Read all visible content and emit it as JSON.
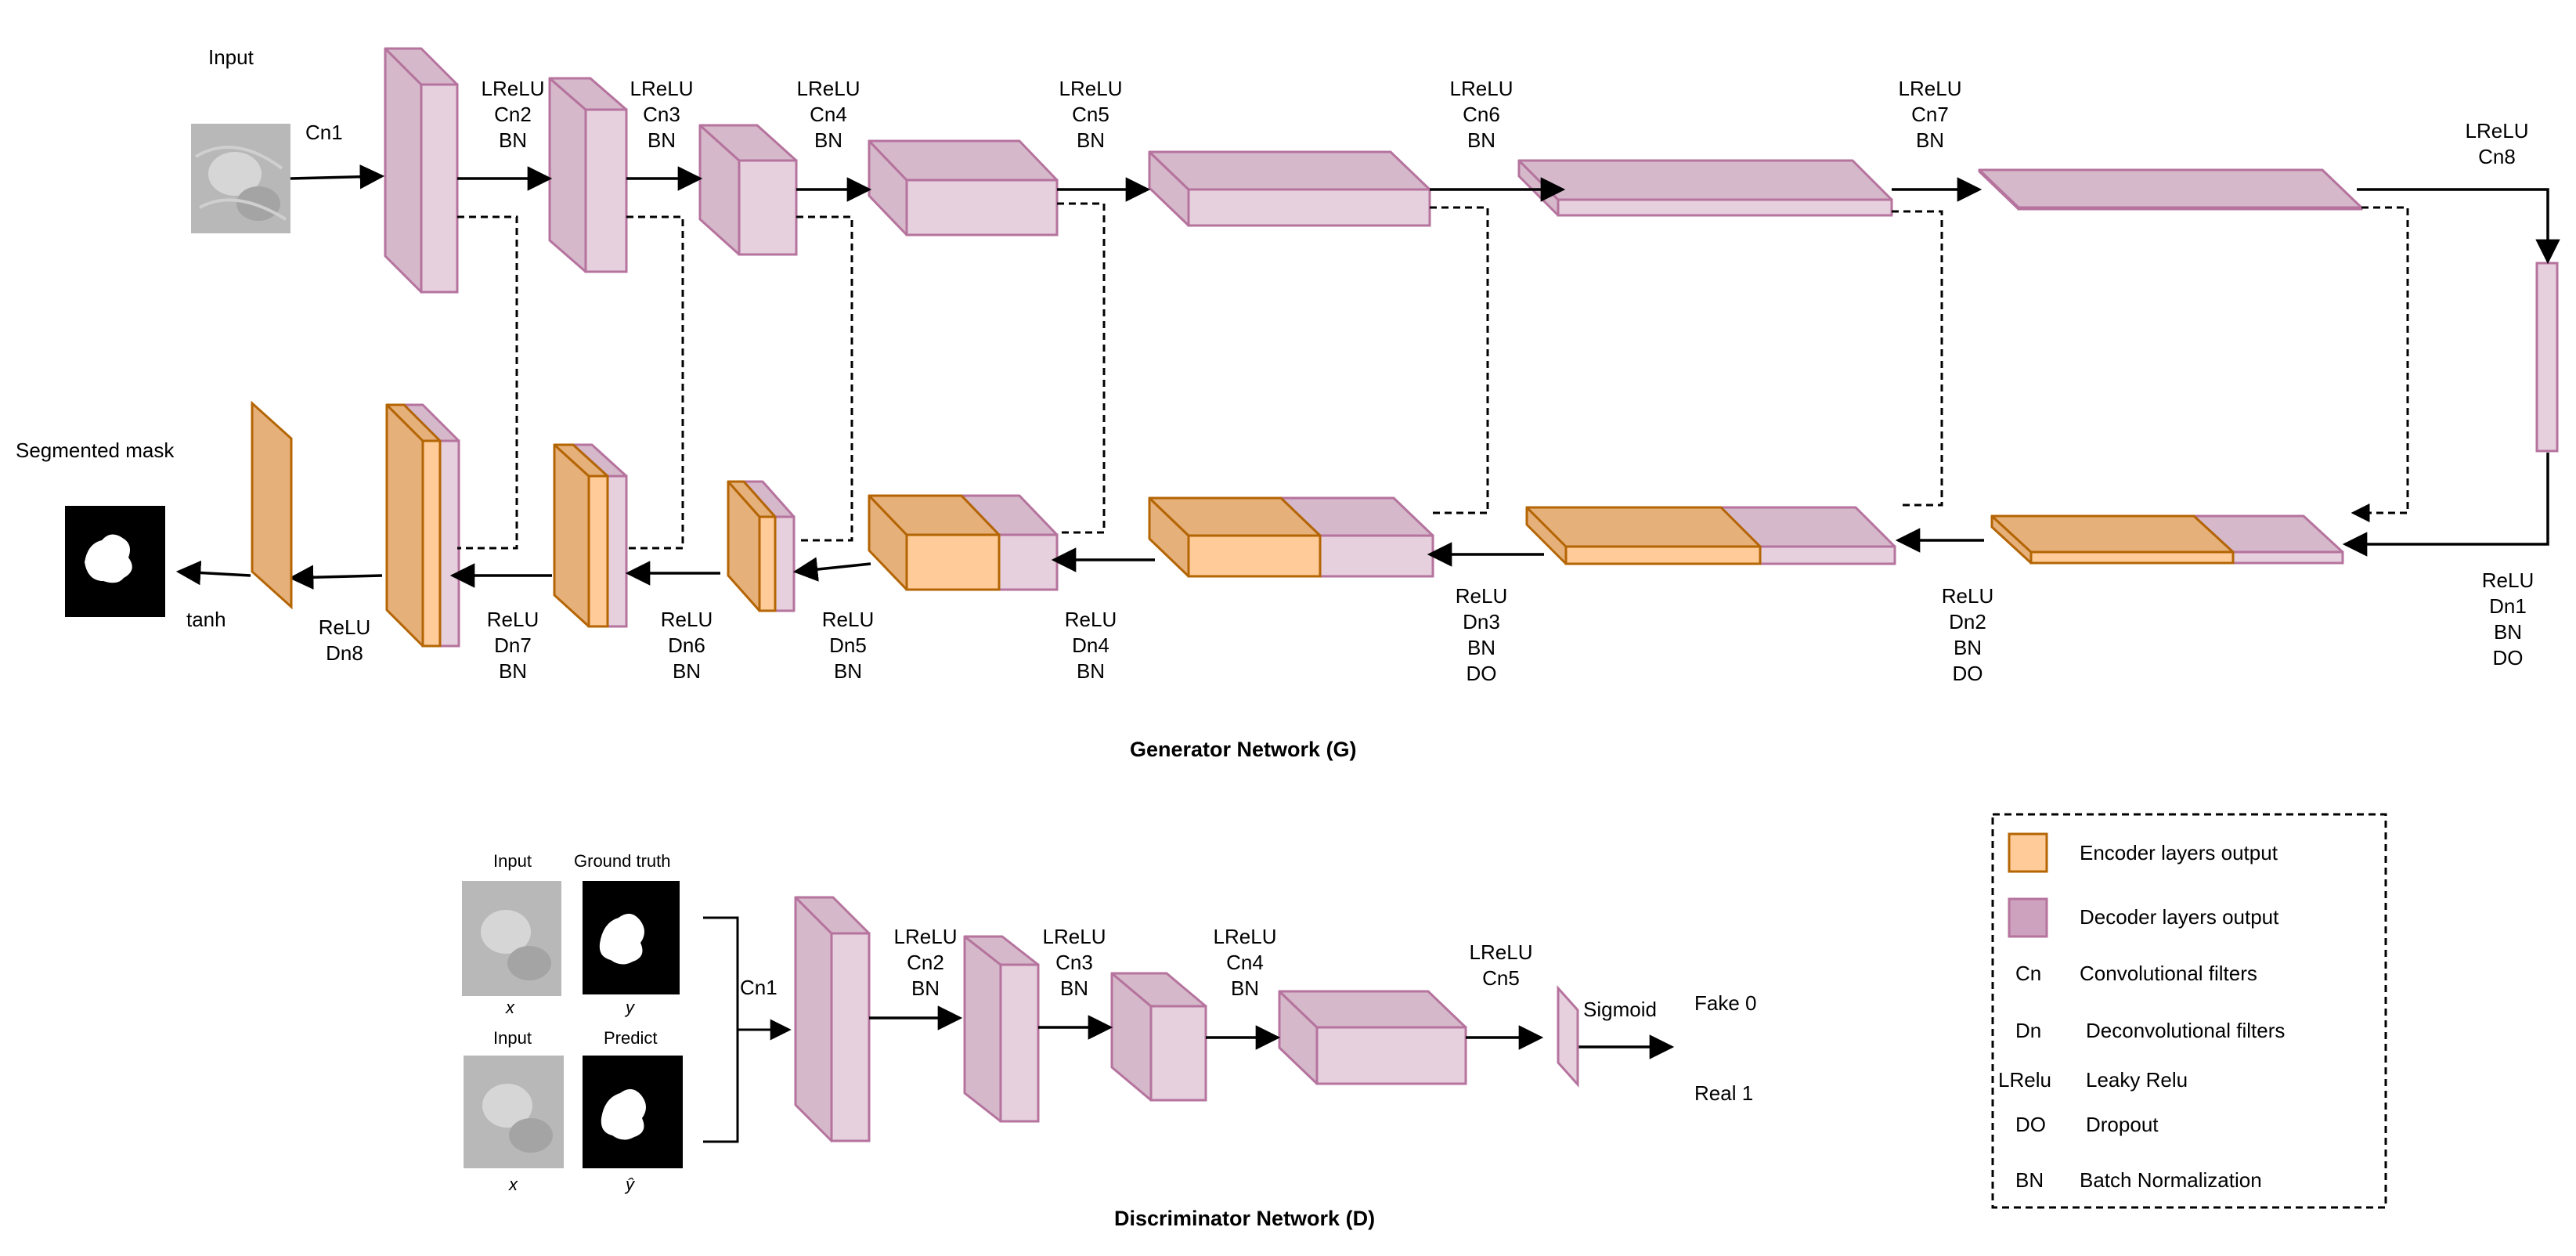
{
  "colors": {
    "encoder_front": "#ffcc99",
    "encoder_side": "#e6b07a",
    "encoder_stroke": "#b46504",
    "decoder_front": "#e6d0de",
    "decoder_side": "#d5b8ca",
    "decoder_stroke": "#b5739d",
    "line": "#000000"
  },
  "generator": {
    "input_label": "Input",
    "cn1_label": "Cn1",
    "encoder_labels": [
      [
        "LReLU",
        "Cn2",
        "BN"
      ],
      [
        "LReLU",
        "Cn3",
        "BN"
      ],
      [
        "LReLU",
        "Cn4",
        "BN"
      ],
      [
        "LReLU",
        "Cn5",
        "BN"
      ],
      [
        "LReLU",
        "Cn6",
        "BN"
      ],
      [
        "LReLU",
        "Cn7",
        "BN"
      ],
      [
        "LReLU",
        "Cn8"
      ]
    ],
    "decoder_labels": [
      [
        "ReLU",
        "Dn1",
        "BN",
        "DO"
      ],
      [
        "ReLU",
        "Dn2",
        "BN",
        "DO"
      ],
      [
        "ReLU",
        "Dn3",
        "BN",
        "DO"
      ],
      [
        "ReLU",
        "Dn4",
        "BN"
      ],
      [
        "ReLU",
        "Dn5",
        "BN"
      ],
      [
        "ReLU",
        "Dn6",
        "BN"
      ],
      [
        "ReLU",
        "Dn7",
        "BN"
      ],
      [
        "ReLU",
        "Dn8"
      ]
    ],
    "tanh_label": "tanh",
    "output_label": "Segmented mask",
    "title": "Generator Network (G)"
  },
  "discriminator": {
    "input_label_top": "Input",
    "ground_truth_label": "Ground truth",
    "input_label_bottom": "Input",
    "predict_label": "Predict",
    "x_label_top": "x",
    "y_label": "y",
    "x_label_bottom": "x",
    "yhat_label": "ŷ",
    "cn1_label": "Cn1",
    "layer_labels": [
      [
        "LReLU",
        "Cn2",
        "BN"
      ],
      [
        "LReLU",
        "Cn3",
        "BN"
      ],
      [
        "LReLU",
        "Cn4",
        "BN"
      ],
      [
        "LReLU",
        "Cn5"
      ]
    ],
    "sigmoid_label": "Sigmoid",
    "fake_label": "Fake 0",
    "real_label": "Real 1",
    "title": "Discriminator Network (D)"
  },
  "legend": {
    "encoder": "Encoder layers output",
    "decoder": "Decoder layers output",
    "items": [
      {
        "abbr": "Cn",
        "text": "Convolutional filters"
      },
      {
        "abbr": "Dn",
        "text": "Deconvolutional filters"
      },
      {
        "abbr": "LRelu",
        "text": "Leaky Relu"
      },
      {
        "abbr": "DO",
        "text": "Dropout"
      },
      {
        "abbr": "BN",
        "text": "Batch Normalization"
      }
    ]
  }
}
